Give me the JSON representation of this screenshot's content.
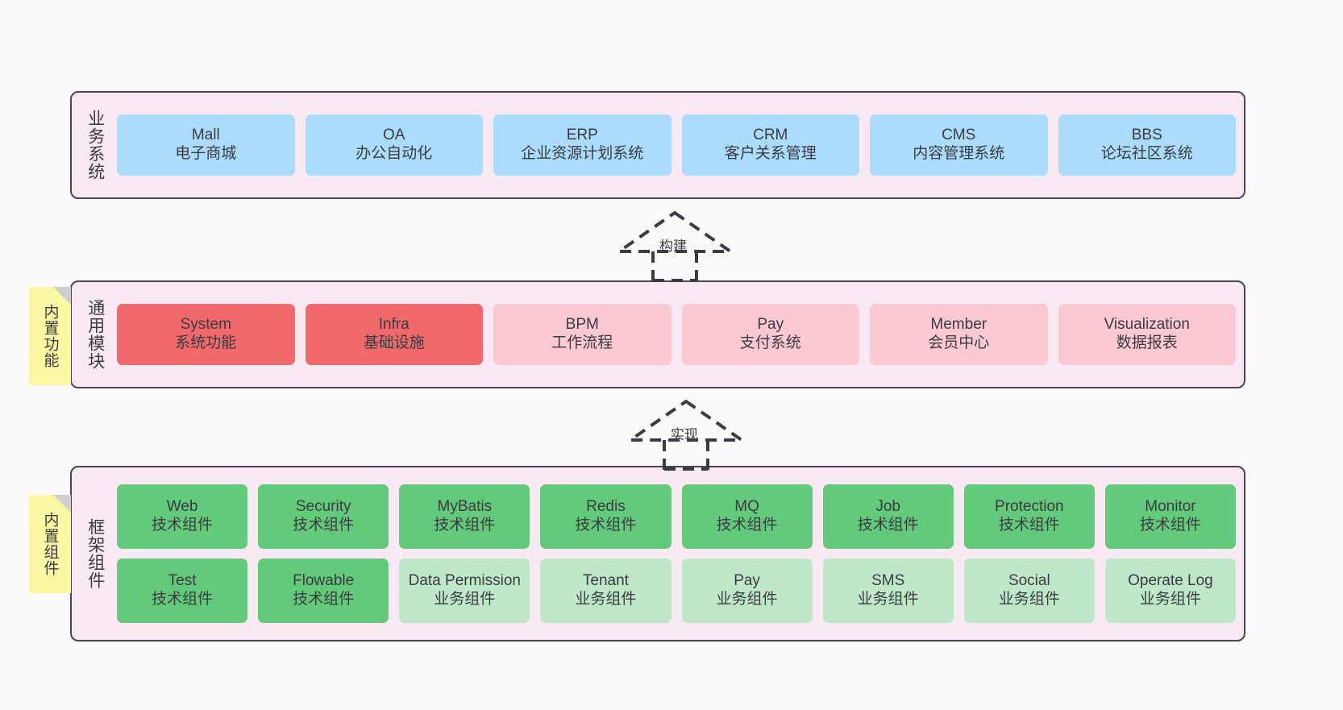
{
  "diagram": {
    "background_color": "#fafafa",
    "panel_bg": "#f8e9f2",
    "panel_border": "#4b4653"
  },
  "layers": [
    {
      "id": "business",
      "title": "业务系统",
      "rows": [
        [
          {
            "name": "Mall",
            "sub": "电子商城",
            "color": "#abdcfb"
          },
          {
            "name": "OA",
            "sub": "办公自动化",
            "color": "#abdcfb"
          },
          {
            "name": "ERP",
            "sub": "企业资源计划系统",
            "color": "#abdcfb"
          },
          {
            "name": "CRM",
            "sub": "客户关系管理",
            "color": "#abdcfb"
          },
          {
            "name": "CMS",
            "sub": "内容管理系统",
            "color": "#abdcfb"
          },
          {
            "name": "BBS",
            "sub": "论坛社区系统",
            "color": "#abdcfb"
          }
        ]
      ]
    },
    {
      "id": "common",
      "title": "通用模块",
      "sticky": "内置功能",
      "rows": [
        [
          {
            "name": "System",
            "sub": "系统功能",
            "color": "#f2696c"
          },
          {
            "name": "Infra",
            "sub": "基础设施",
            "color": "#f2696c"
          },
          {
            "name": "BPM",
            "sub": "工作流程",
            "color": "#fbc9d2"
          },
          {
            "name": "Pay",
            "sub": "支付系统",
            "color": "#fbc9d2"
          },
          {
            "name": "Member",
            "sub": "会员中心",
            "color": "#fbc9d2"
          },
          {
            "name": "Visualization",
            "sub": "数据报表",
            "color": "#fbc9d2"
          }
        ]
      ]
    },
    {
      "id": "framework",
      "title": "框架组件",
      "sticky": "内置组件",
      "rows": [
        [
          {
            "name": "Web",
            "sub": "技术组件",
            "color": "#63ca7b"
          },
          {
            "name": "Security",
            "sub": "技术组件",
            "color": "#63ca7b"
          },
          {
            "name": "MyBatis",
            "sub": "技术组件",
            "color": "#63ca7b"
          },
          {
            "name": "Redis",
            "sub": "技术组件",
            "color": "#63ca7b"
          },
          {
            "name": "MQ",
            "sub": "技术组件",
            "color": "#63ca7b"
          },
          {
            "name": "Job",
            "sub": "技术组件",
            "color": "#63ca7b"
          },
          {
            "name": "Protection",
            "sub": "技术组件",
            "color": "#63ca7b"
          },
          {
            "name": "Monitor",
            "sub": "技术组件",
            "color": "#63ca7b"
          }
        ],
        [
          {
            "name": "Test",
            "sub": "技术组件",
            "color": "#63ca7b"
          },
          {
            "name": "Flowable",
            "sub": "技术组件",
            "color": "#63ca7b"
          },
          {
            "name": "Data Permission",
            "sub": "业务组件",
            "color": "#bfe8c8"
          },
          {
            "name": "Tenant",
            "sub": "业务组件",
            "color": "#bfe8c8"
          },
          {
            "name": "Pay",
            "sub": "业务组件",
            "color": "#bfe8c8"
          },
          {
            "name": "SMS",
            "sub": "业务组件",
            "color": "#bfe8c8"
          },
          {
            "name": "Social",
            "sub": "业务组件",
            "color": "#bfe8c8"
          },
          {
            "name": "Operate Log",
            "sub": "业务组件",
            "color": "#bfe8c8"
          }
        ]
      ]
    }
  ],
  "arrows": [
    {
      "id": "build",
      "label": "构建",
      "style": "dashed-generalization",
      "direction": "up"
    },
    {
      "id": "impl",
      "label": "实现",
      "style": "dashed-generalization",
      "direction": "up"
    }
  ]
}
